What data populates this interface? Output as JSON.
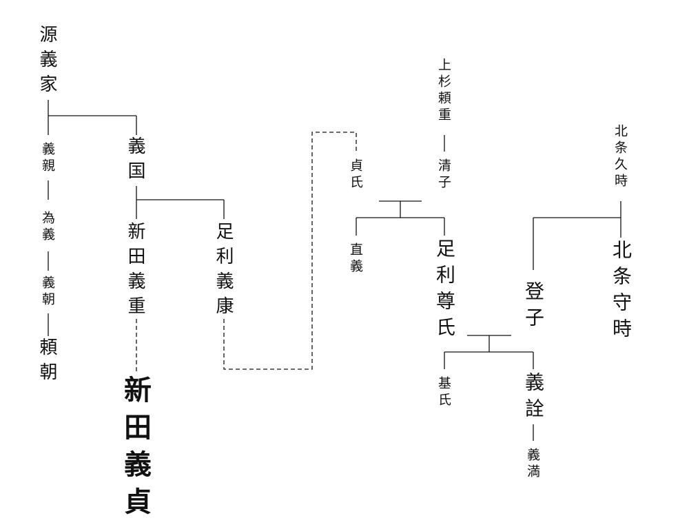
{
  "persons": {
    "minamoto_yoshiie": "源義家",
    "yoshichika": "義親",
    "tameyoshi": "為義",
    "yoshitomo": "義朝",
    "yoritomo": "頼朝",
    "yoshikuni": "義国",
    "nitta_yoshishige": "新田義重",
    "nitta_yoshisada": "新田義貞",
    "ashikaga_yoshiyasu": "足利義康",
    "sadauji": "貞氏",
    "tadayoshi": "直義",
    "uesugi_yorishige": "上杉頼重",
    "kiyoko": "清子",
    "ashikaga_takauji": "足利尊氏",
    "motouji": "基氏",
    "yoshiakira": "義詮",
    "yoshimitsu": "義満",
    "hojo_hisatoki": "北条久時",
    "hojo_moritoki": "北条守時",
    "toshiko": "登子"
  }
}
